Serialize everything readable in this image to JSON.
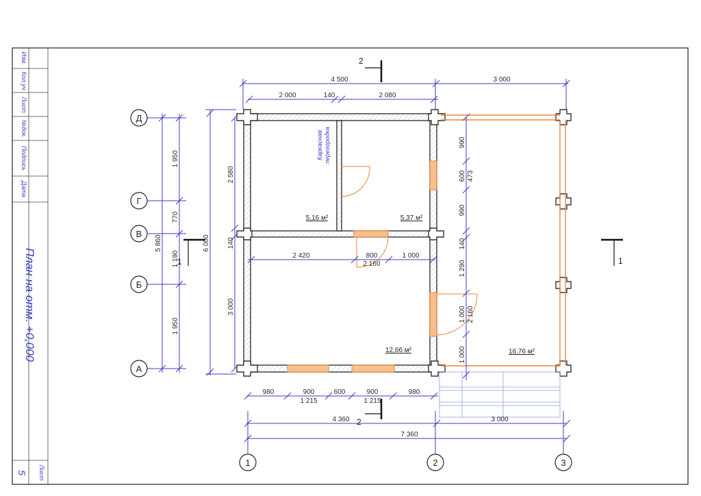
{
  "title_block": {
    "stamps": [
      "Изм.",
      "Кол.уч",
      "Лист",
      "№док.",
      "Подпись",
      "Дата"
    ],
    "drawing_title": "План на отм. +0,000",
    "sheet_label": "Лист",
    "sheet_number": "5"
  },
  "axes": {
    "rows": [
      "Д",
      "Г",
      "В",
      "Б",
      "А"
    ],
    "columns": [
      "1",
      "2",
      "3"
    ]
  },
  "dimensions": {
    "top_total_left": "4 500",
    "top_total_right": "3 000",
    "top_seg_1": "2 000",
    "top_seg_2": "140",
    "top_seg_3": "2 080",
    "left_outer_total": "6 000",
    "left_inner_total": "5 860",
    "left_seg_1": "1 950",
    "left_seg_2": "770",
    "left_seg_3": "1 190",
    "left_seg_4": "1 950",
    "room_left_1": "2 580",
    "room_left_2": "140",
    "room_left_3": "3 000",
    "mid_1": "2 420",
    "mid_2": "800",
    "mid_3": "2 160",
    "mid_4": "1 000",
    "right_1": "990",
    "right_2": "600",
    "right_3": "473",
    "right_4": "990",
    "right_5": "140",
    "right_6": "1 290",
    "right_7": "1 000",
    "right_8": "2 160",
    "right_9": "1 000",
    "bottom_1": "980",
    "bottom_2": "900",
    "bottom_3": "600",
    "bottom_4": "900",
    "bottom_5": "980",
    "bottom_6": "1 215",
    "bottom_7": "1 215",
    "bottom_total_left": "4 360",
    "bottom_total_right": "3 000",
    "bottom_total": "7 360"
  },
  "rooms": {
    "room_1_area": "5,16 м²",
    "room_2_area": "5,37 м²",
    "room_3_area": "12,66 м²",
    "terrace_area": "16,76 м²",
    "partition_note_1": "Каркасная",
    "partition_note_2": "перегородка"
  },
  "section_marks": {
    "top": "2",
    "bottom": "2",
    "left": "1",
    "right": "1"
  },
  "colors": {
    "dimension_lines": "#3b3bc8",
    "windows_doors": "#e8853a",
    "frame": "#222222"
  }
}
